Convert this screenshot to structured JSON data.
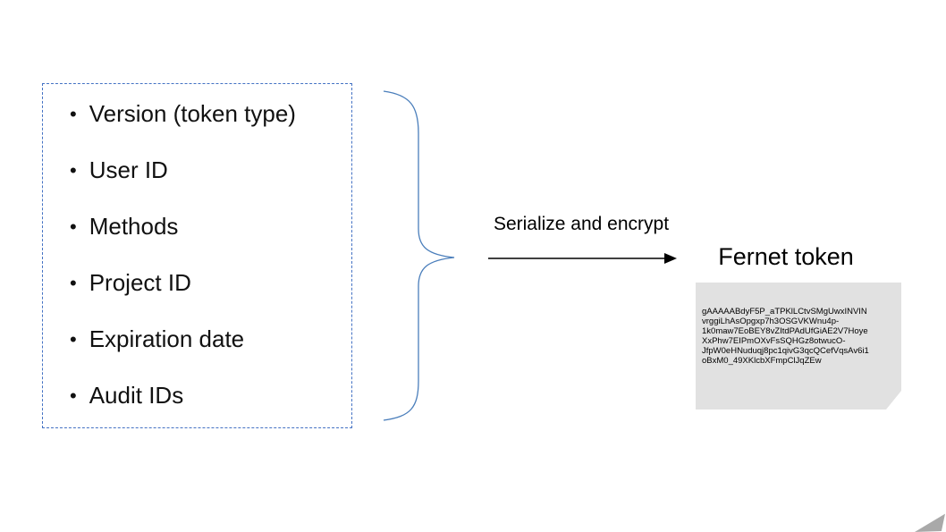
{
  "diagram": {
    "payload": {
      "bullet": "•",
      "items": [
        "Version (token type)",
        "User ID",
        "Methods",
        "Project ID",
        "Expiration date",
        "Audit IDs"
      ]
    },
    "process": {
      "label": "Serialize and encrypt"
    },
    "output": {
      "heading": "Fernet token",
      "token_lines": [
        "gAAAAABdyF5P_aTPKlLCtvSMgUwxINVIN",
        "vrggiLhAsOpgxp7h3OSGVKWnu4p-",
        "1k0maw7EoBEY8vZItdPAdUfGiAE2V7Hoye",
        "XxPhw7EIPmOXvFsSQHGz8otwucO-",
        "JfpW0eHNuduqj8pc1qivG3qcQCefVqsAv6i1",
        "oBxM0_49XKlcbXFmpClJqZEw"
      ]
    },
    "colors": {
      "accent_blue": "#4472c4",
      "brace_blue": "#4a7ebb",
      "note_bg": "#e1e1e1",
      "note_fold": "#a9a9a9",
      "text": "#000000"
    }
  }
}
